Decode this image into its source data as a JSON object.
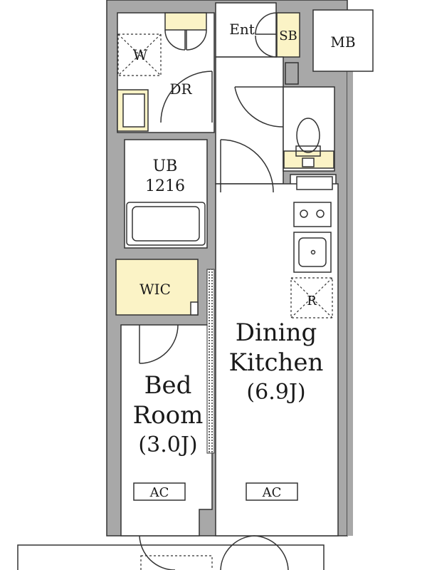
{
  "labels": {
    "ent": "Ent",
    "sb": "SB",
    "mb": "MB",
    "w": "W",
    "dr": "DR",
    "ub_1": "UB",
    "ub_2": "1216",
    "wic": "WIC",
    "r": "R",
    "dining_1": "Dining",
    "dining_2": "Kitchen",
    "dining_3": "(6.9J)",
    "bed_1": "Bed",
    "bed_2": "Room",
    "bed_3": "(3.0J)",
    "ac_bed": "AC",
    "ac_dining": "AC"
  },
  "colors": {
    "wall": "#a8a8a8",
    "storage": "#fbf3c6",
    "line": "#333333"
  }
}
